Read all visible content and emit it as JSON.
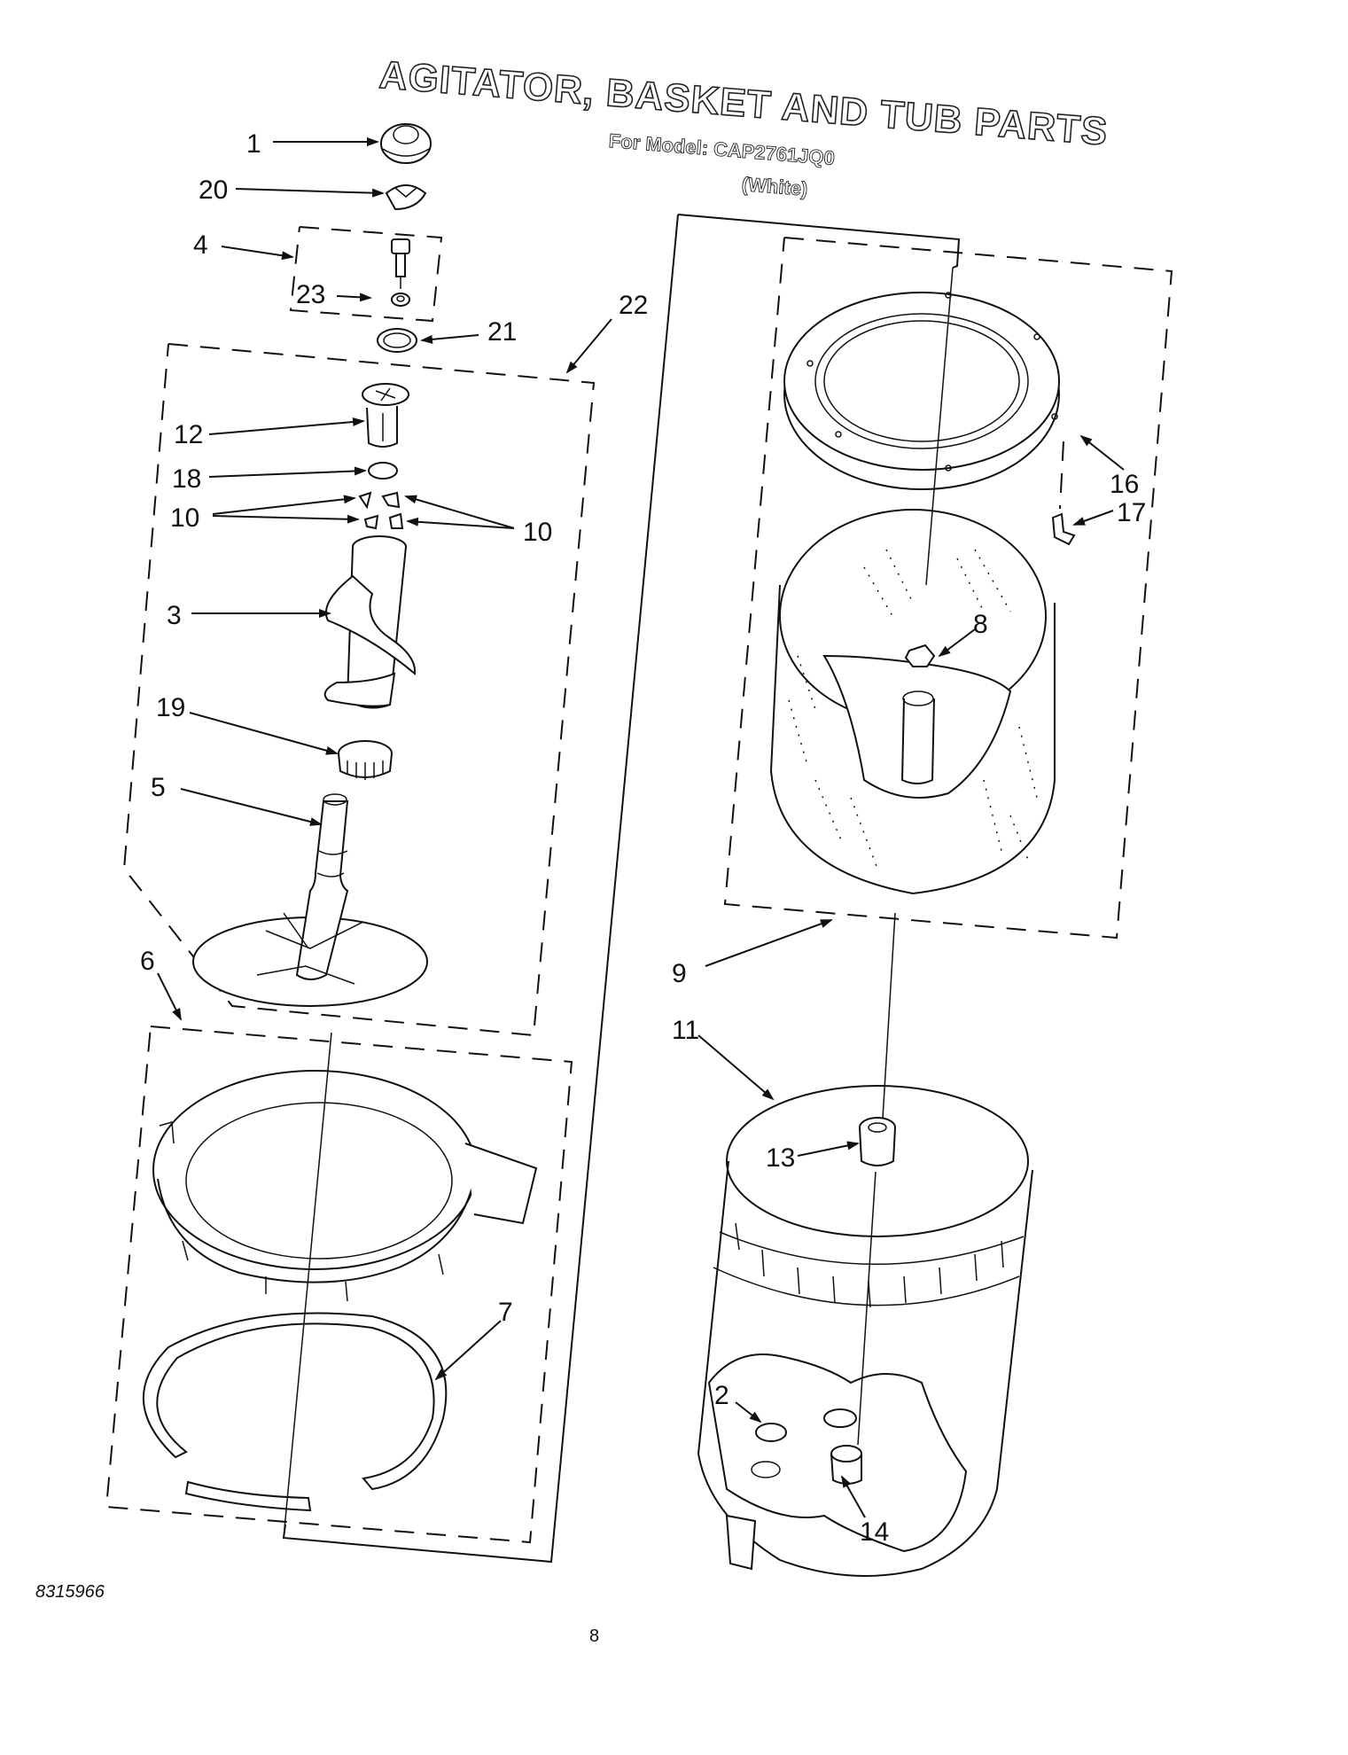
{
  "header": {
    "title": "AGITATOR, BASKET AND TUB PARTS",
    "model_line": "For Model: CAP2761JQ0",
    "color_line": "(White)"
  },
  "callouts": {
    "c1": "1",
    "c20": "20",
    "c4": "4",
    "c23": "23",
    "c21": "21",
    "c22": "22",
    "c12": "12",
    "c18": "18",
    "c10a": "10",
    "c10b": "10",
    "c3": "3",
    "c19": "19",
    "c5": "5",
    "c6": "6",
    "c7": "7",
    "c16": "16",
    "c17": "17",
    "c8": "8",
    "c9": "9",
    "c11": "11",
    "c13": "13",
    "c2": "2",
    "c14": "14"
  },
  "footer": {
    "doc_number": "8315966",
    "page_number": "8"
  }
}
